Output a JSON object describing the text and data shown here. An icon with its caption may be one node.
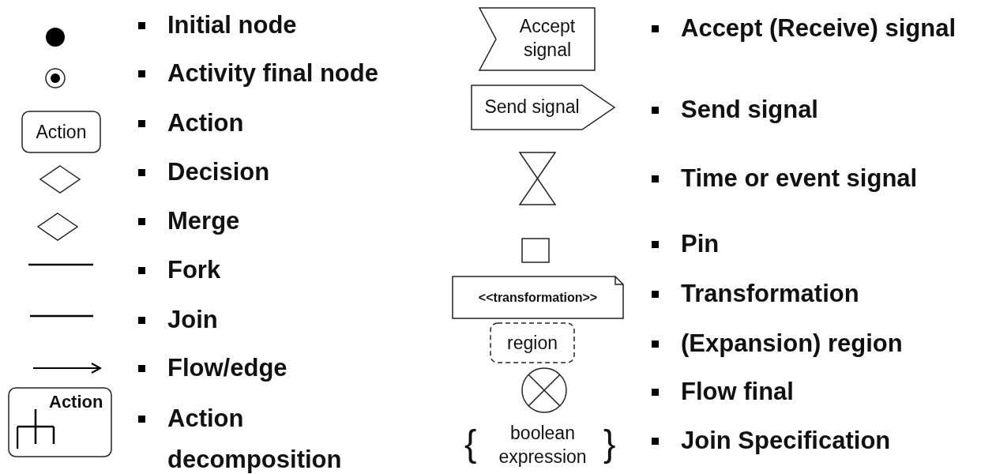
{
  "diagram": {
    "nodes": [
      {
        "text": [],
        "shape": "circle"
      },
      {
        "text": [],
        "shape": "circle"
      },
      {
        "text": [
          "Action"
        ]
      },
      {
        "text": [],
        "shape": "diamond"
      },
      {
        "text": [],
        "shape": "diamond"
      },
      {
        "text": [],
        "shape": "bar"
      },
      {
        "text": [],
        "shape": "bar"
      },
      {
        "text": [
          "Action"
        ]
      },
      {
        "text": [
          "Accept signal"
        ]
      },
      {
        "text": [
          "Send signal"
        ]
      },
      {
        "text": [],
        "shape": "hourglass"
      },
      {
        "text": [],
        "shape": "box"
      },
      {
        "text": [
          "<<transformation>>"
        ]
      },
      {
        "text": [
          "region"
        ]
      },
      {
        "text": [],
        "shape": "circle"
      }
    ],
    "edges": [],
    "labels": [
      "Initial node",
      "Activity final node",
      "Action",
      "Decision",
      "Merge",
      "Fork",
      "Join",
      "Flow/edge",
      "Action decomposition",
      "Accept (Receive) signal",
      "Send signal",
      "Time or event signal",
      "Pin",
      "Transformation",
      "(Expansion) region",
      "Flow final",
      "{",
      "boolean expression",
      "}",
      "Join Specification"
    ]
  }
}
